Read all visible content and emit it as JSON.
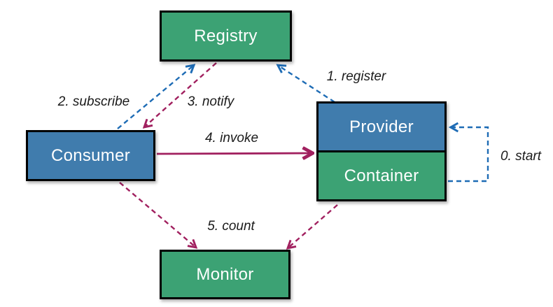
{
  "colors": {
    "node_green": "#3CA274",
    "node_blue": "#407CAD",
    "node_border": "#000000",
    "node_text": "#FFFFFF",
    "label_text": "#1B1B1B",
    "arrow_blue": "#1E6CB5",
    "arrow_magenta": "#A1205F",
    "background": "#FFFFFF"
  },
  "nodes": {
    "registry": {
      "label": "Registry",
      "color": "green"
    },
    "consumer": {
      "label": "Consumer",
      "color": "blue"
    },
    "provider": {
      "label": "Provider",
      "color": "blue"
    },
    "container": {
      "label": "Container",
      "color": "green"
    },
    "monitor": {
      "label": "Monitor",
      "color": "green"
    }
  },
  "edges": {
    "start": {
      "label": "0. start",
      "from": "container",
      "to": "provider",
      "line": "dashed",
      "color": "blue"
    },
    "register": {
      "label": "1. register",
      "from": "provider",
      "to": "registry",
      "line": "dashed",
      "color": "blue"
    },
    "subscribe": {
      "label": "2. subscribe",
      "from": "consumer",
      "to": "registry",
      "line": "dashed",
      "color": "blue"
    },
    "notify": {
      "label": "3. notify",
      "from": "registry",
      "to": "consumer",
      "line": "dashed",
      "color": "magenta"
    },
    "invoke": {
      "label": "4. invoke",
      "from": "consumer",
      "to": "provider",
      "line": "solid",
      "color": "magenta"
    },
    "count": {
      "label": "5. count",
      "from": "consumer, container",
      "to": "monitor",
      "line": "dashed",
      "color": "magenta"
    }
  }
}
